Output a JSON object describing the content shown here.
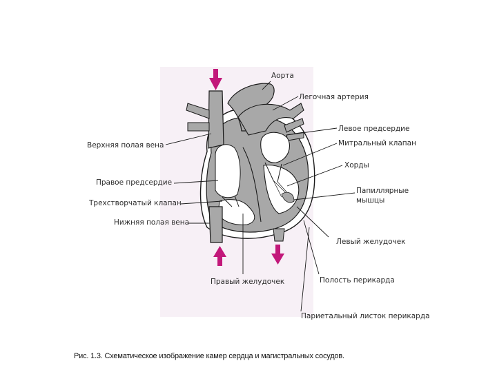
{
  "figure": {
    "labels": {
      "aorta": "Аорта",
      "pulmonary_artery": "Легочная артерия",
      "left_atrium": "Левое предсердие",
      "mitral_valve": "Митральный клапан",
      "chordae": "Хорды",
      "papillary_muscles_1": "Папиллярные",
      "papillary_muscles_2": "мышцы",
      "left_ventricle": "Левый желудочек",
      "pericardial_cavity": "Полость перикарда",
      "parietal_pericardium": "Париетальный листок перикарда",
      "superior_vena_cava": "Верхняя полая вена",
      "right_atrium": "Правое предсердие",
      "tricuspid_valve": "Трехстворчатый клапан",
      "inferior_vena_cava": "Нижняя полая вена",
      "right_ventricle": "Правый желудочек"
    },
    "colors": {
      "background_panel": "#f7f0f6",
      "arrow": "#c2187a",
      "tissue": "#a8a8a8",
      "outline": "#1a1a1a"
    }
  },
  "caption": "Рис. 1.3. Схематическое изображение камер сердца и магистральных сосудов."
}
